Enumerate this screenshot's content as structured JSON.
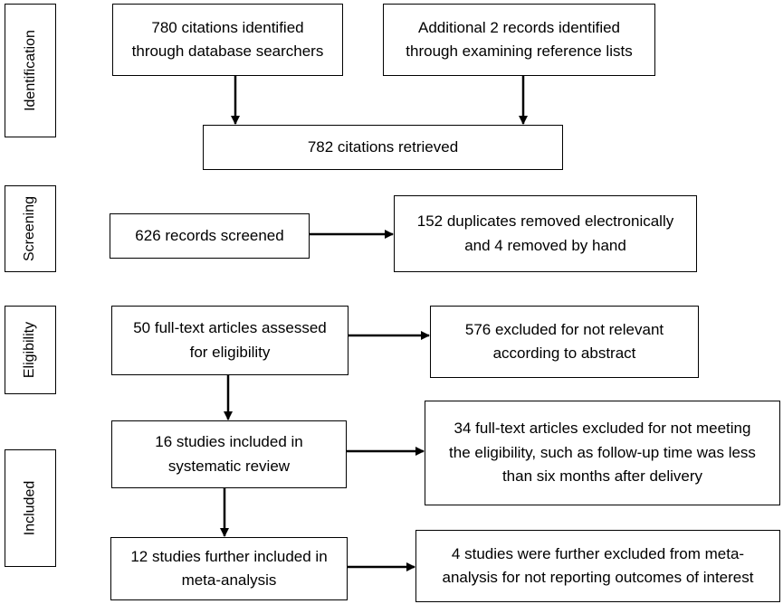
{
  "stages": {
    "identification": "Identification",
    "screening": "Screening",
    "eligibility": "Eligibility",
    "included": "Included"
  },
  "boxes": {
    "database_search": [
      "780 citations identified",
      "through database searchers"
    ],
    "reference_lists": [
      "Additional 2 records identified",
      "through examining reference lists"
    ],
    "retrieved": [
      "782 citations retrieved"
    ],
    "screened": [
      "626 records screened"
    ],
    "duplicates_removed": [
      "152 duplicates removed electronically",
      "and 4 removed by hand"
    ],
    "full_text_assessed": [
      "50 full-text articles assessed",
      "for eligibility"
    ],
    "excluded_abstract": [
      "576 excluded for not relevant",
      "according to abstract"
    ],
    "systematic_review": [
      "16 studies included in",
      "systematic review"
    ],
    "excluded_full_text": [
      "34 full-text articles excluded for not meeting",
      "the eligibility, such as follow-up time was less",
      "than six months after delivery"
    ],
    "meta_analysis": [
      "12 studies further included in",
      "meta-analysis"
    ],
    "excluded_meta": [
      "4 studies were further excluded from meta-",
      "analysis for not reporting outcomes of interest"
    ]
  }
}
